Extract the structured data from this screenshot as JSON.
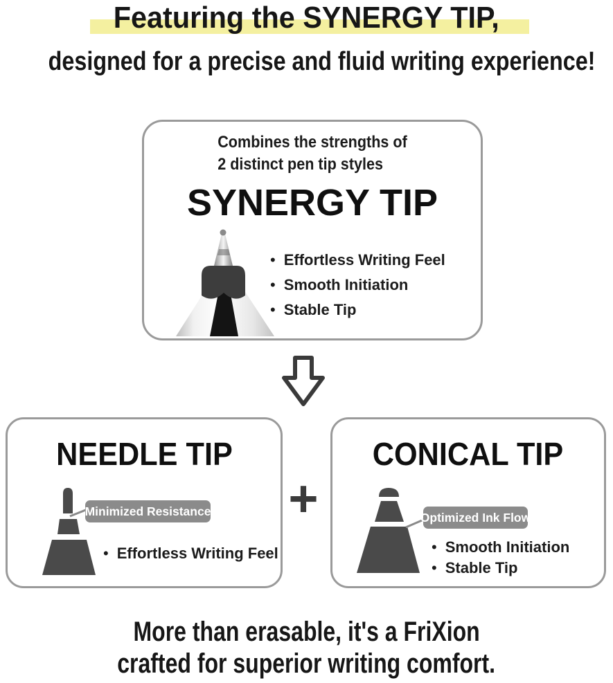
{
  "header": {
    "line1": "Featuring the SYNERGY TIP,",
    "line2": "designed for a precise and fluid writing experience!"
  },
  "synergy_card": {
    "intro_line1": "Combines the strengths of",
    "intro_line2": "2 distinct pen tip styles",
    "title": "SYNERGY TIP",
    "bullets": [
      "Effortless Writing Feel",
      "Smooth Initiation",
      "Stable Tip"
    ]
  },
  "needle_card": {
    "title": "NEEDLE TIP",
    "badge": "Minimized Resistance",
    "bullets": [
      "Effortless Writing Feel"
    ]
  },
  "conical_card": {
    "title": "CONICAL TIP",
    "badge": "Optimized Ink Flow",
    "bullets": [
      "Smooth Initiation",
      "Stable Tip"
    ]
  },
  "connector": {
    "plus_sign": "+"
  },
  "footer": {
    "line1": "More than erasable, it's a FriXion",
    "line2": "crafted for superior writing comfort."
  },
  "bullet_char": "•",
  "colors": {
    "highlight": "#f4f0a0",
    "text": "#161616",
    "card_border": "#9a9a9a",
    "badge_bg": "#8b8b8b",
    "badge_text": "#ffffff",
    "icon_fill": "#4a4a4a",
    "arrow_stroke": "#3a3a3a"
  }
}
